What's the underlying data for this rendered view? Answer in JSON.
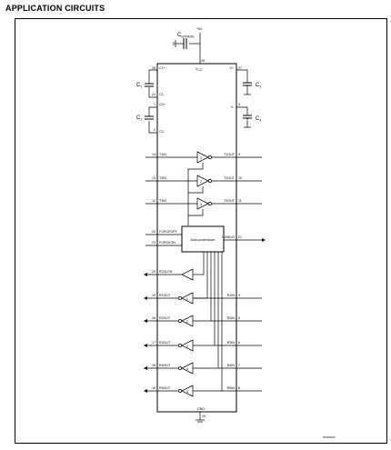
{
  "heading": "APPLICATION CIRCUITS",
  "supply": {
    "vcc": "+5V",
    "cap": "C",
    "cap_sub": "BYPASS"
  },
  "chip": {
    "vcc_pin": "26",
    "vcc_label": "V",
    "vcc_sub": "CC",
    "gnd_label": "GND",
    "gnd_pin": "25",
    "converter_label": "Auto-powerdown"
  },
  "caps": [
    {
      "name": "C",
      "sub": "1",
      "pin_top": "28",
      "lbl_top": "C1+",
      "pin_bot": "24",
      "lbl_bot": "C1-"
    },
    {
      "name": "C",
      "sub": "2",
      "pin_top": "1",
      "lbl_top": "C2+",
      "pin_bot": "2",
      "lbl_bot": "C2-"
    },
    {
      "name": "C",
      "sub": "3",
      "pin_top": "27",
      "lbl_top": "V+"
    },
    {
      "name": "C",
      "sub": "4",
      "pin_top": "3",
      "lbl_top": "V-"
    }
  ],
  "drivers": [
    {
      "in_pin": "14",
      "in_label": "T1IN",
      "out_label": "T1OUT",
      "out_pin": "9",
      "num": "1"
    },
    {
      "in_pin": "13",
      "in_label": "T2IN",
      "out_label": "T2OUT",
      "out_pin": "10",
      "num": "2"
    },
    {
      "in_pin": "12",
      "in_label": "T3IN",
      "out_label": "T3OUT",
      "out_pin": "11",
      "num": "3"
    }
  ],
  "control": [
    {
      "pin": "22",
      "label": "FORCEOFF"
    },
    {
      "pin": "23",
      "label": "FORCEON"
    }
  ],
  "invalid": {
    "label": "INVALID",
    "pin": "21"
  },
  "receivers": [
    {
      "out_pin": "20",
      "out_label": "R2OUTB",
      "num": ""
    },
    {
      "out_pin": "19",
      "out_label": "R1OUT",
      "in_label": "R1IN",
      "in_pin": "4",
      "num": "1"
    },
    {
      "out_pin": "18",
      "out_label": "R2OUT",
      "in_label": "R2IN",
      "in_pin": "5",
      "num": "2"
    },
    {
      "out_pin": "17",
      "out_label": "R3OUT",
      "in_label": "R3IN",
      "in_pin": "6",
      "num": "3"
    },
    {
      "out_pin": "16",
      "out_label": "R4OUT",
      "in_label": "R4IN",
      "in_pin": "7",
      "num": "4"
    },
    {
      "out_pin": "15",
      "out_label": "R5OUT",
      "in_label": "R5IN",
      "in_pin": "8",
      "num": "5"
    }
  ],
  "figure_code": "mxxxxxx"
}
